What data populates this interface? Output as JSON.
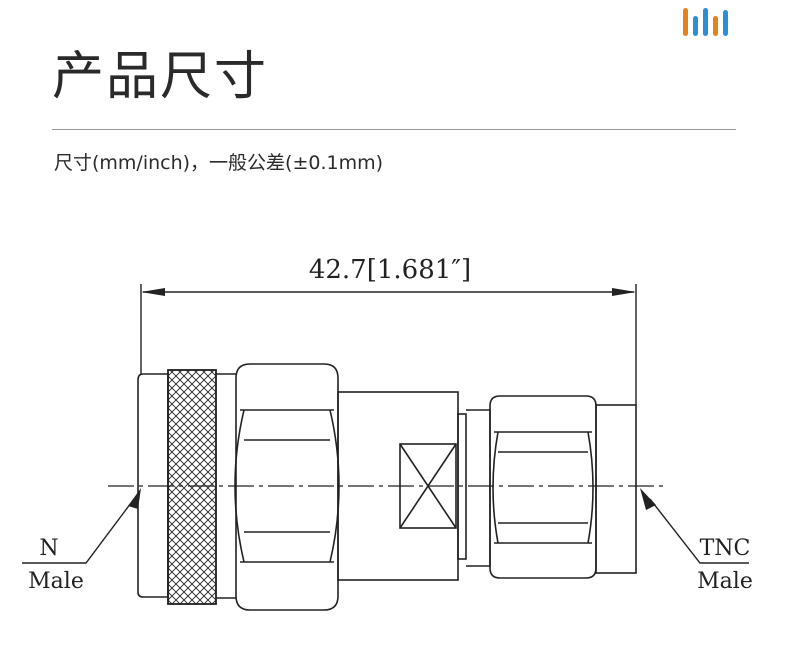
{
  "header": {
    "title": "产品尺寸",
    "subtitle": "尺寸(mm/inch)，一般公差(±0.1mm)"
  },
  "logo": {
    "icon": "brand-bars-logo",
    "bar_colors": [
      "#e8801c",
      "#2b8fd6",
      "#2b8fd6",
      "#e8801c",
      "#2b8fd6"
    ]
  },
  "drawing": {
    "dimension_label": "42.7[1.681″]",
    "left_connector": {
      "type": "N",
      "gender": "Male"
    },
    "right_connector": {
      "type": "TNC",
      "gender": "Male"
    }
  }
}
